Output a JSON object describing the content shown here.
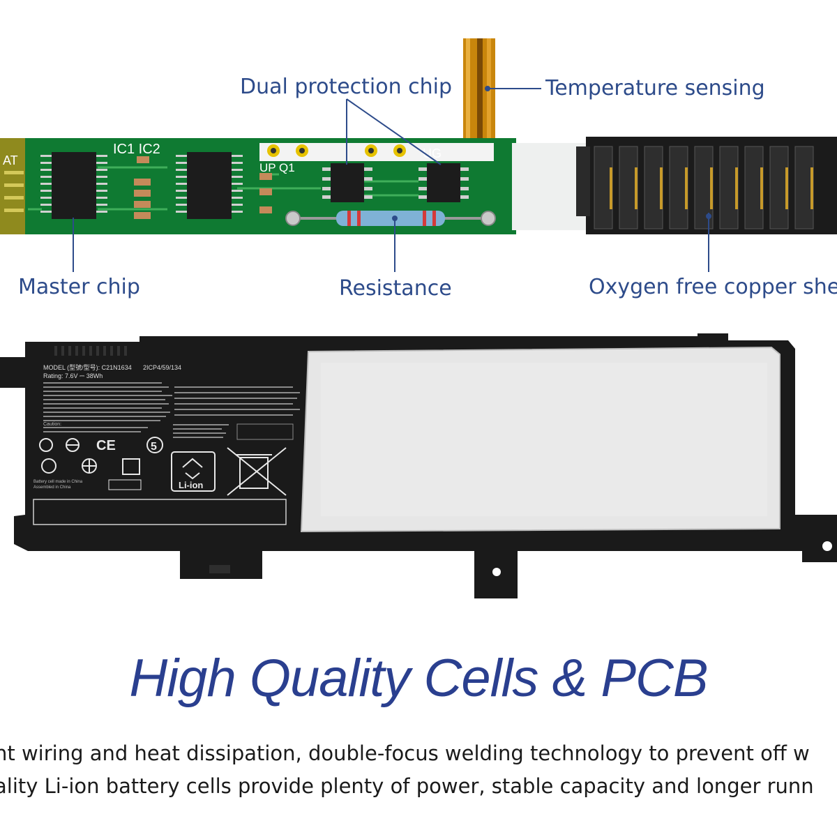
{
  "callouts": {
    "dual_chip": "Dual protection chip",
    "temperature": "Temperature sensing",
    "master_chip": "Master chip",
    "resistance": "Resistance",
    "copper": "Oxygen free copper shee"
  },
  "pcb": {
    "silk_ic": "IC1  IC2",
    "silk_at": "AT",
    "silk_up": "UP  Q1",
    "silk_ug": "UG"
  },
  "battery_label": {
    "model": "MODEL (型號/型号): C21N1634",
    "cell": "2ICP4/59/134",
    "rating": "Rating: 7.6V ⎓ 38Wh",
    "caution": "Caution:",
    "made_in": "Battery cell made in China",
    "assembled": "Assembled in China",
    "li_ion": "Li-ion"
  },
  "headline": "High Quality Cells & PCB",
  "description": [
    "nt wiring and heat dissipation, double-focus welding technology to prevent off w",
    "ality Li-ion battery cells provide plenty of power, stable capacity and longer runn"
  ],
  "colors": {
    "callout_text": "#2d4b8a",
    "headline": "#2a3f8f",
    "pcb_green": "#0f7a32",
    "battery_black": "#1a1a1a"
  }
}
